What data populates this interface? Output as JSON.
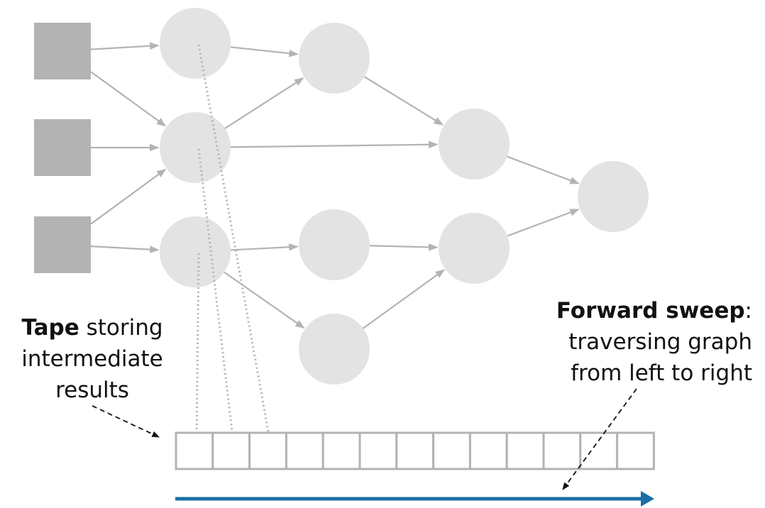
{
  "tape_label": {
    "bold": "Tape",
    "rest": " storing",
    "line2": "intermediate",
    "line3": "results"
  },
  "forward_label": {
    "bold": "Forward sweep",
    "colon": ":",
    "line2": "traversing graph",
    "line3": "from left to right"
  },
  "colors": {
    "input_node": "#b3b3b3",
    "node": "#e3e3e3",
    "edge": "#b3b3b3",
    "tape_cell": "#b3b3b3",
    "dotted": "#b3b3b3",
    "sweep_arrow": "#1a6fa5",
    "annotation": "#111111"
  },
  "graph": {
    "input_nodes": [
      "in1",
      "in2",
      "in3"
    ],
    "nodes": [
      "h1a",
      "h1b",
      "h1c",
      "h2a",
      "h2b",
      "h2c",
      "h3a",
      "h3b",
      "out"
    ],
    "edges": [
      [
        "in1",
        "h1a"
      ],
      [
        "in1",
        "h1b"
      ],
      [
        "in2",
        "h1b"
      ],
      [
        "in3",
        "h1b"
      ],
      [
        "in3",
        "h1c"
      ],
      [
        "h1a",
        "h2a"
      ],
      [
        "h1b",
        "h2a"
      ],
      [
        "h1b",
        "h3a"
      ],
      [
        "h1c",
        "h2b"
      ],
      [
        "h1c",
        "h2c"
      ],
      [
        "h2a",
        "h3a"
      ],
      [
        "h2b",
        "h3b"
      ],
      [
        "h2c",
        "h3b"
      ],
      [
        "h3a",
        "out"
      ],
      [
        "h3b",
        "out"
      ]
    ],
    "stored_to_tape": [
      [
        "h1a",
        2
      ],
      [
        "h1b",
        1
      ],
      [
        "h1c",
        0
      ]
    ]
  },
  "tape": {
    "cell_count": 13
  }
}
